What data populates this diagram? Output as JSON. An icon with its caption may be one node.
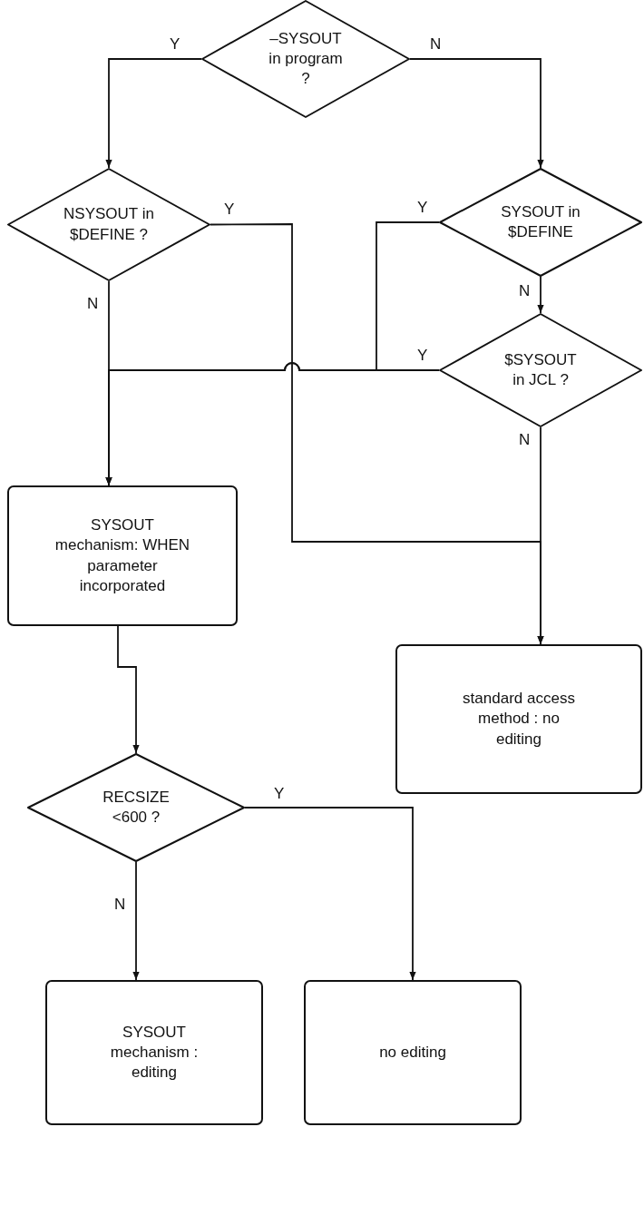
{
  "diagram": {
    "nodes": [
      {
        "text": [
          "–SYSOUT in program ?"
        ]
      },
      {
        "text": [
          "NSYSOUT in $DEFINE ?"
        ]
      },
      {
        "text": [
          "SYSOUT in $DEFINE"
        ]
      },
      {
        "text": [
          "$SYSOUT in JCL ?"
        ]
      },
      {
        "text": [
          "SYSOUT mechanism: WHEN parameter incorporated"
        ]
      },
      {
        "text": [
          "standard access method : no editing"
        ]
      },
      {
        "text": [
          "RECSIZE <600 ?"
        ]
      },
      {
        "text": [
          "SYSOUT mechanism : editing"
        ]
      },
      {
        "text": [
          "no editing"
        ]
      }
    ],
    "edges": [
      {
        "from": 0,
        "to": 1,
        "arrow": "to",
        "label": "Y"
      },
      {
        "from": 0,
        "to": 2,
        "arrow": "to",
        "label": "N"
      },
      {
        "from": 1,
        "to": 5,
        "arrow": "to",
        "label": "Y"
      },
      {
        "from": 1,
        "to": 4,
        "arrow": "to",
        "label": "N"
      },
      {
        "from": 2,
        "to": 4,
        "arrow": "to",
        "label": "Y"
      },
      {
        "from": 2,
        "to": 3,
        "arrow": "to",
        "label": "N"
      },
      {
        "from": 3,
        "to": 4,
        "arrow": "to",
        "label": "Y"
      },
      {
        "from": 3,
        "to": 5,
        "arrow": "to",
        "label": "N"
      },
      {
        "from": 4,
        "to": 6,
        "arrow": "to"
      },
      {
        "from": 6,
        "to": 8,
        "arrow": "to",
        "label": "Y"
      },
      {
        "from": 6,
        "to": 7,
        "arrow": "to",
        "label": "N"
      }
    ]
  }
}
